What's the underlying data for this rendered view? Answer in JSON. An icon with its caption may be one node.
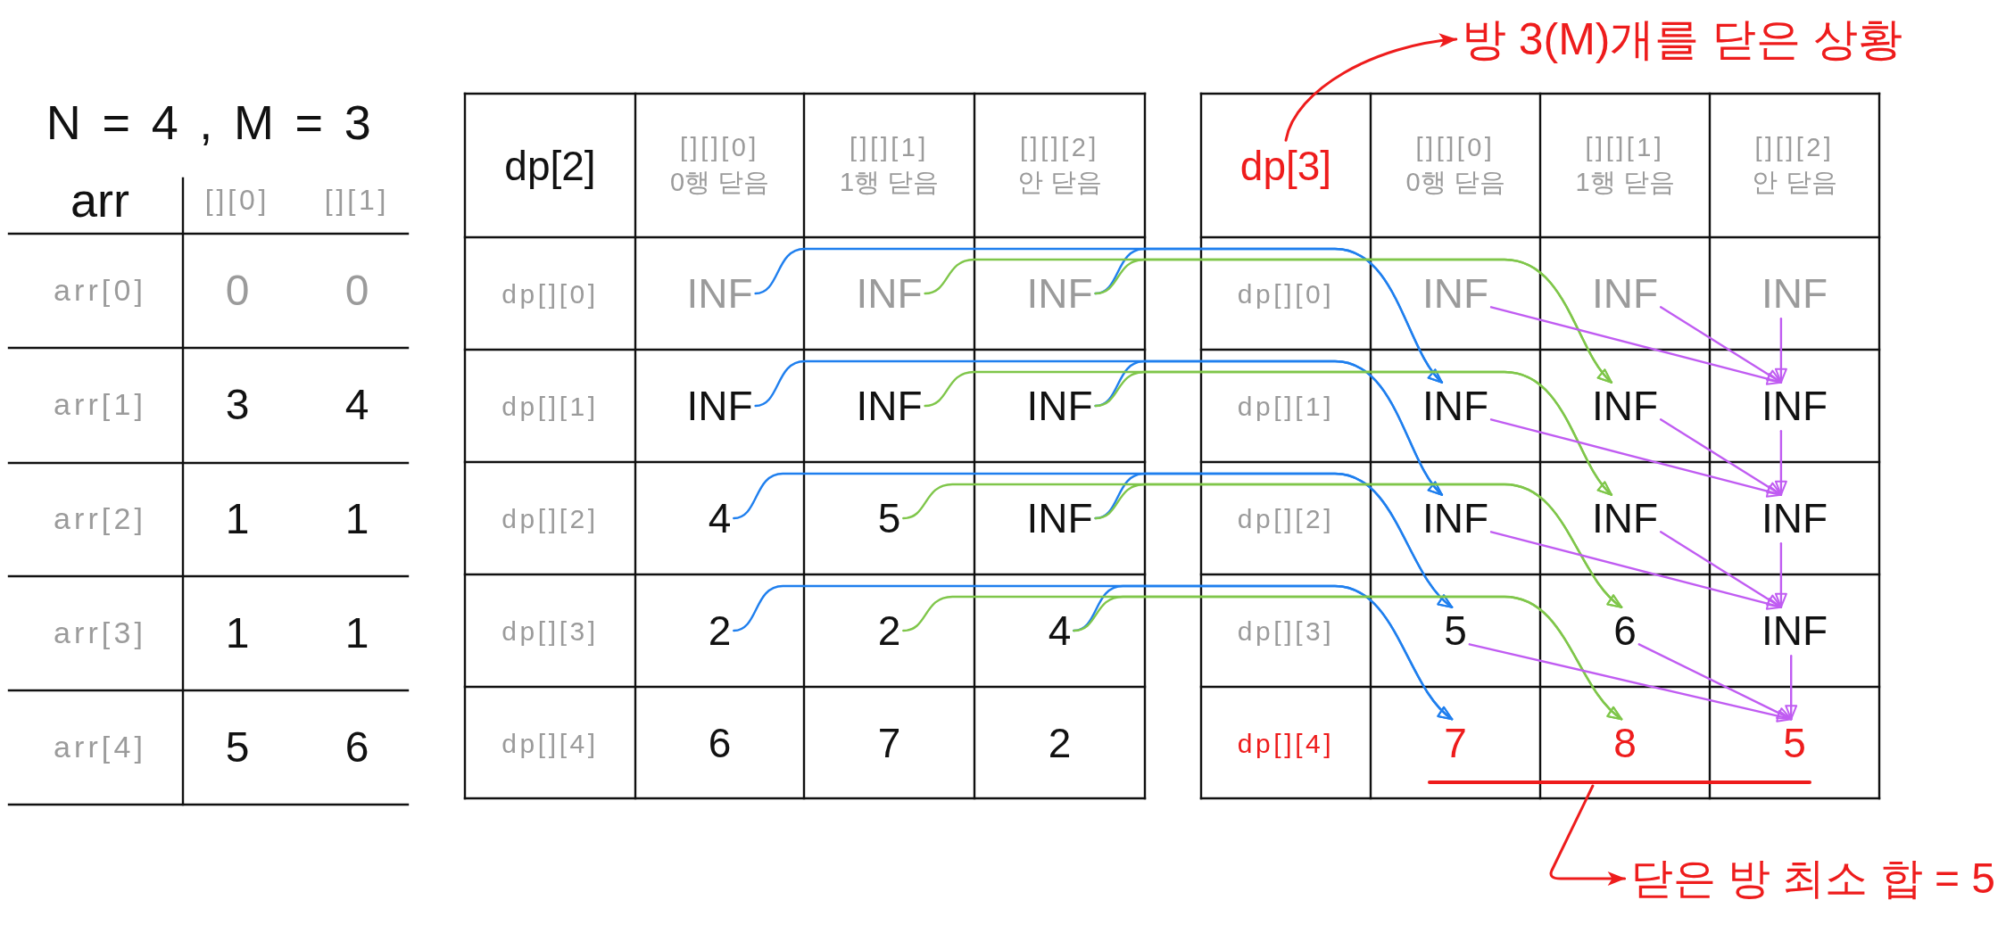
{
  "diagram": {
    "nodes": [
      {
        "text": [
          "방 3(M)개를 닫은 상황"
        ]
      },
      {
        "text": [
          "dp[2]"
        ]
      },
      {
        "text": [
          "[][][0]",
          "0행 닫음"
        ]
      },
      {
        "text": [
          "[][][1]",
          "1행 닫음"
        ]
      },
      {
        "text": [
          "[][][2]",
          "안 닫음"
        ]
      },
      {
        "text": [
          "dp[][0]"
        ]
      },
      {
        "text": [
          "INF"
        ]
      },
      {
        "text": [
          "INF"
        ]
      },
      {
        "text": [
          "INF"
        ]
      },
      {
        "text": [
          "dp[][1]"
        ]
      },
      {
        "text": [
          "INF"
        ]
      },
      {
        "text": [
          "INF"
        ]
      },
      {
        "text": [
          "INF"
        ]
      },
      {
        "text": [
          "dp[][2]"
        ]
      },
      {
        "text": [
          "4"
        ]
      },
      {
        "text": [
          "5"
        ]
      },
      {
        "text": [
          "INF"
        ]
      },
      {
        "text": [
          "dp[][3]"
        ]
      },
      {
        "text": [
          "2"
        ]
      },
      {
        "text": [
          "2"
        ]
      },
      {
        "text": [
          "4"
        ]
      },
      {
        "text": [
          "dp[][4]"
        ]
      },
      {
        "text": [
          "6"
        ]
      },
      {
        "text": [
          "7"
        ]
      },
      {
        "text": [
          "2"
        ]
      },
      {
        "text": [
          "dp[3]"
        ]
      },
      {
        "text": [
          "[][][0]",
          "0행 닫음"
        ]
      },
      {
        "text": [
          "[][][1]",
          "1행 닫음"
        ]
      },
      {
        "text": [
          "[][][2]",
          "안 닫음"
        ]
      },
      {
        "text": [
          "dp[][0]"
        ]
      },
      {
        "text": [
          "INF"
        ]
      },
      {
        "text": [
          "INF"
        ]
      },
      {
        "text": [
          "INF"
        ]
      },
      {
        "text": [
          "dp[][1]"
        ]
      },
      {
        "text": [
          "INF"
        ]
      },
      {
        "text": [
          "INF"
        ]
      },
      {
        "text": [
          "INF"
        ]
      },
      {
        "text": [
          "dp[][2]"
        ]
      },
      {
        "text": [
          "INF"
        ]
      },
      {
        "text": [
          "INF"
        ]
      },
      {
        "text": [
          "INF"
        ]
      },
      {
        "text": [
          "dp[][3]"
        ]
      },
      {
        "text": [
          "5"
        ]
      },
      {
        "text": [
          "6"
        ]
      },
      {
        "text": [
          "INF"
        ]
      },
      {
        "text": [
          "dp[][4]"
        ]
      },
      {
        "text": [
          "7"
        ]
      },
      {
        "text": [
          "8"
        ]
      },
      {
        "text": [
          "5"
        ]
      },
      {
        "text": [],
        "shape": "line"
      },
      {
        "text": [
          "닫은 방 최소 합 = 5"
        ]
      }
    ],
    "edges": [
      {
        "from": 25,
        "to": 0,
        "arrow": "to",
        "color": "#ee1c1c"
      },
      {
        "from": 6,
        "to": 34,
        "arrow": "to",
        "color": "#1f7fee"
      },
      {
        "from": 8,
        "to": 34,
        "arrow": "to",
        "color": "#1f7fee"
      },
      {
        "from": 7,
        "to": 35,
        "arrow": "to",
        "color": "#7fc64a"
      },
      {
        "from": 8,
        "to": 35,
        "arrow": "to",
        "color": "#7fc64a"
      },
      {
        "from": 30,
        "to": 36,
        "arrow": "to"
      },
      {
        "from": 31,
        "to": 36,
        "arrow": "to"
      },
      {
        "from": 32,
        "to": 36,
        "arrow": "to"
      },
      {
        "from": 10,
        "to": 38,
        "arrow": "to",
        "color": "#1f7fee"
      },
      {
        "from": 12,
        "to": 38,
        "arrow": "to",
        "color": "#1f7fee"
      },
      {
        "from": 11,
        "to": 39,
        "arrow": "to",
        "color": "#7fc64a"
      },
      {
        "from": 12,
        "to": 39,
        "arrow": "to",
        "color": "#7fc64a"
      },
      {
        "from": 34,
        "to": 40,
        "arrow": "to"
      },
      {
        "from": 35,
        "to": 40,
        "arrow": "to"
      },
      {
        "from": 36,
        "to": 40,
        "arrow": "to"
      },
      {
        "from": 14,
        "to": 42,
        "arrow": "to",
        "color": "#1f7fee"
      },
      {
        "from": 16,
        "to": 42,
        "arrow": "to",
        "color": "#1f7fee"
      },
      {
        "from": 15,
        "to": 43,
        "arrow": "to",
        "color": "#7fc64a"
      },
      {
        "from": 16,
        "to": 43,
        "arrow": "to",
        "color": "#7fc64a"
      },
      {
        "from": 38,
        "to": 44,
        "arrow": "to"
      },
      {
        "from": 39,
        "to": 44,
        "arrow": "to"
      },
      {
        "from": 40,
        "to": 44,
        "arrow": "to"
      },
      {
        "from": 18,
        "to": 46,
        "arrow": "to",
        "color": "#1f7fee"
      },
      {
        "from": 20,
        "to": 46,
        "arrow": "to",
        "color": "#1f7fee"
      },
      {
        "from": 19,
        "to": 47,
        "arrow": "to",
        "color": "#7fc64a"
      },
      {
        "from": 20,
        "to": 47,
        "arrow": "to",
        "color": "#7fc64a"
      },
      {
        "from": 42,
        "to": 48,
        "arrow": "to"
      },
      {
        "from": 43,
        "to": 48,
        "arrow": "to"
      },
      {
        "from": 44,
        "to": 48,
        "arrow": "to"
      },
      {
        "from": 49,
        "to": 50,
        "arrow": "to",
        "color": "#ee1c1c"
      }
    ],
    "labels": [
      "N = 4 , M = 3",
      "arr",
      "[][0]",
      "[][1]",
      "arr[0]",
      "0",
      "0",
      "arr[1]",
      "3",
      "4",
      "arr[2]",
      "1",
      "1",
      "arr[3]",
      "1",
      "1",
      "arr[4]",
      "5",
      "6"
    ]
  }
}
